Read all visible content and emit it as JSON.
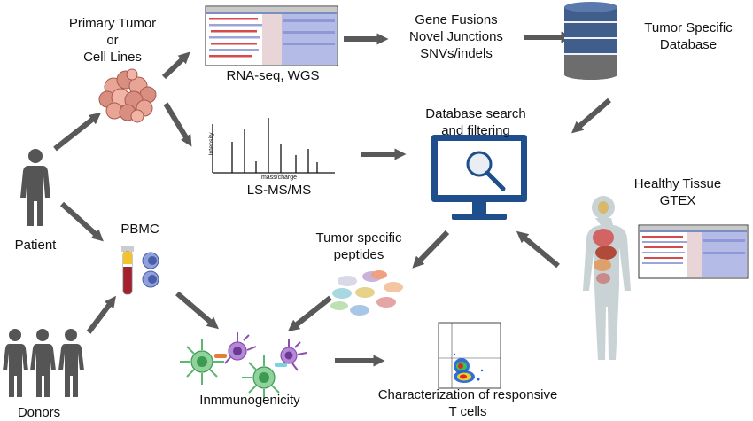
{
  "labels": {
    "source": [
      "Primary Tumor",
      "or",
      "Cell Lines"
    ],
    "sequencing": "RNA-seq, WGS",
    "variants": [
      "Gene Fusions",
      "Novel Junctions",
      "SNVs/indels"
    ],
    "database": [
      "Tumor Specific",
      "Database"
    ],
    "search": [
      "Database search",
      "and filtering"
    ],
    "healthy": [
      "Healthy Tissue",
      "GTEX"
    ],
    "patient": "Patient",
    "pbmc": "PBMC",
    "donors": "Donors",
    "peptides": [
      "Tumor specific",
      "peptides"
    ],
    "immuno": "Inmmunogenicity",
    "tcells": [
      "Characterization of responsive",
      "T cells"
    ],
    "ms": "LS-MS/MS",
    "ms_x": "mass/charge",
    "ms_y": "Intensity"
  },
  "colors": {
    "arrow": "#595959",
    "database": "#3f5e8c",
    "monitor": "#1f4e8c",
    "tumor": "#d98f7f",
    "tube_red": "#a3202c",
    "tube_yellow": "#f2c230",
    "cell_blue": "#6c80c8",
    "tcell_green": "#5cb870",
    "apc_purple": "#8a4fb0",
    "tissue": "#c9d2d4"
  },
  "icons": {
    "patient": "person-icon",
    "donors": "people-group-icon",
    "tumor": "tumor-cells-icon",
    "database": "database-icon",
    "search": "monitor-search-icon",
    "pbmc": "blood-tube-icon",
    "healthy": "human-body-icon",
    "peptides": "peptide-icon",
    "immuno": "t-cell-icon",
    "flow": "flow-cytometry-icon"
  }
}
